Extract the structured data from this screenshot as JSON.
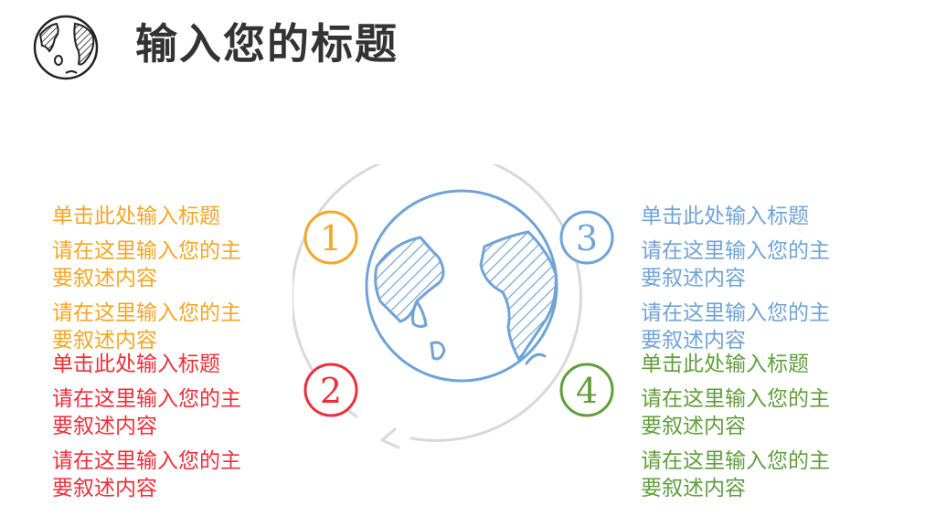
{
  "page": {
    "title": "输入您的标题"
  },
  "colors": {
    "orange": "#f5a623",
    "red": "#ee2e3a",
    "blue": "#6fa3d8",
    "green": "#5f9f3a",
    "gray_ring": "#d9d9d9",
    "title": "#333333"
  },
  "badges": {
    "n1": "1",
    "n2": "2",
    "n3": "3",
    "n4": "4"
  },
  "blocks": [
    {
      "title": "单击此处输入标题",
      "desc1": "请在这里输入您的主要叙述内容",
      "desc2": "请在这里输入您的主要叙述内容"
    },
    {
      "title": "单击此处输入标题",
      "desc1": "请在这里输入您的主要叙述内容",
      "desc2": "请在这里输入您的主要叙述内容"
    },
    {
      "title": "单击此处输入标题",
      "desc1": "请在这里输入您的主要叙述内容",
      "desc2": "请在这里输入您的主要叙述内容"
    },
    {
      "title": "单击此处输入标题",
      "desc1": "请在这里输入您的主要叙述内容",
      "desc2": "请在这里输入您的主要叙述内容"
    }
  ],
  "icons": {
    "title_icon": "globe-icon",
    "center": "globe-icon"
  }
}
